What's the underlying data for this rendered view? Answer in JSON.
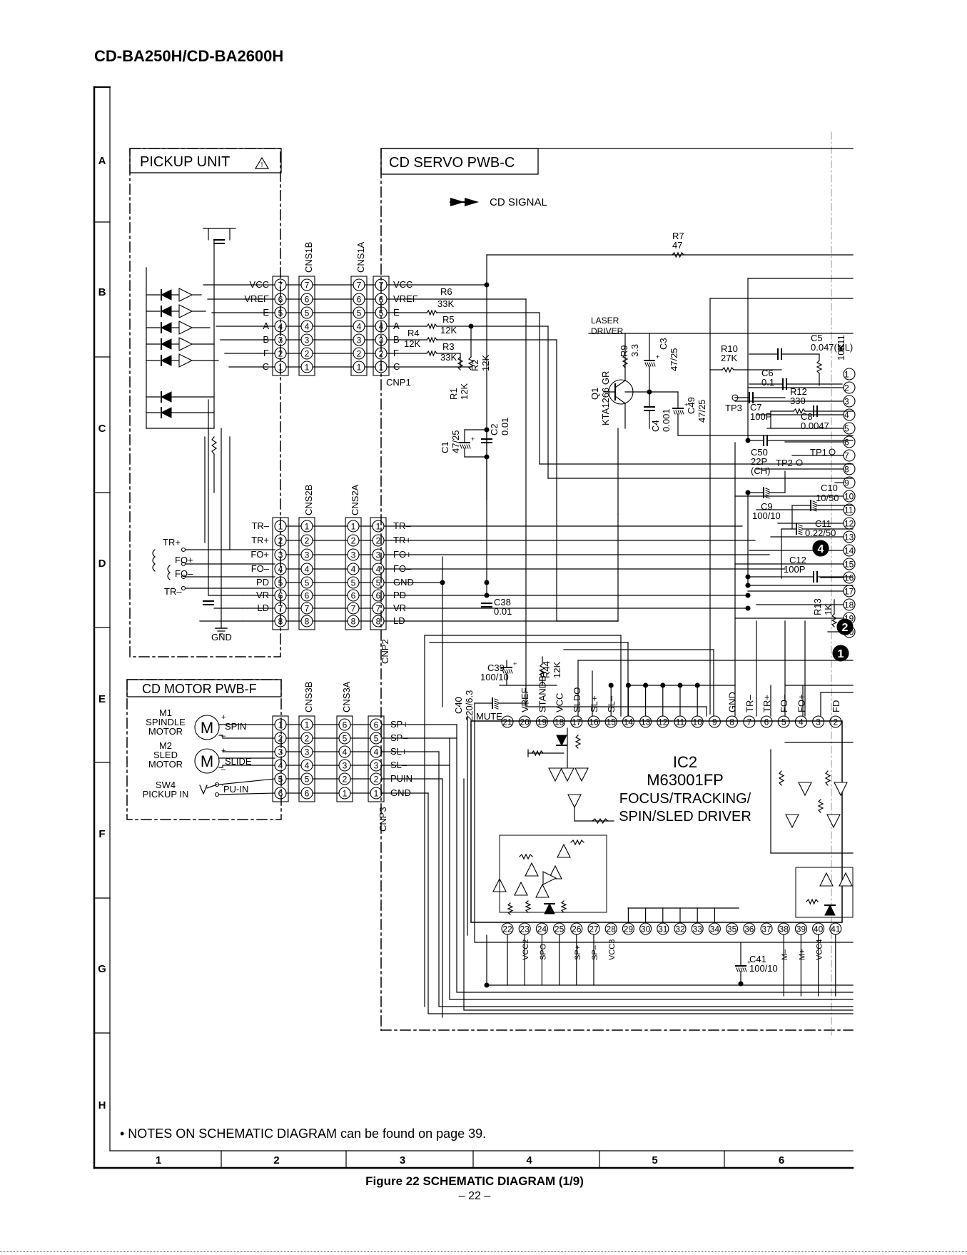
{
  "doc": {
    "title": "CD-BA250H/CD-BA2600H",
    "caption": "Figure 22 SCHEMATIC DIAGRAM (1/9)",
    "page": "– 22 –",
    "note": "• NOTES ON SCHEMATIC DIAGRAM can be found on page 39."
  },
  "grid": {
    "rows": [
      "A",
      "B",
      "C",
      "D",
      "E",
      "F",
      "G",
      "H"
    ],
    "cols": [
      "1",
      "2",
      "3",
      "4",
      "5",
      "6"
    ]
  },
  "boxes": {
    "pickup": "PICKUP UNIT",
    "servo": "CD SERVO PWB-C",
    "motor": "CD MOTOR PWB-F"
  },
  "legend": {
    "cd_signal": "CD  SIGNAL"
  },
  "connectors": {
    "cns1b": "CNS1B",
    "cns1a": "CNS1A",
    "cnp1": "CNP1",
    "cns2b": "CNS2B",
    "cns2a": "CNS2A",
    "cnp2": "CNP2",
    "cns3b": "CNS3B",
    "cns3a": "CNS3A",
    "cnp3": "CNP3"
  },
  "pins": {
    "c1_left": [
      "7",
      "6",
      "5",
      "4",
      "3",
      "2",
      "1"
    ],
    "c2": [
      "1",
      "2",
      "3",
      "4",
      "5",
      "6",
      "7",
      "8"
    ],
    "c3_left": [
      "1",
      "2",
      "3",
      "4",
      "5",
      "6"
    ],
    "c3a": [
      "6",
      "5",
      "4",
      "3",
      "2",
      "1"
    ]
  },
  "pickup_labels_cn1": [
    "VCC",
    "VREF",
    "E",
    "A",
    "B",
    "F",
    "C"
  ],
  "servo_labels_cn1": [
    "VCC",
    "VREF",
    "E",
    "A",
    "B",
    "F",
    "C"
  ],
  "pickup_labels_cn2": [
    "TR–",
    "TR+",
    "FO+",
    "FO–",
    "PD",
    "VR",
    "LD"
  ],
  "servo_labels_cn2": [
    "TR–",
    "TR+",
    "FO+",
    "FO–",
    "GND",
    "PD",
    "VR",
    "LD"
  ],
  "servo_labels_cn3": [
    "SP+",
    "SP–",
    "SL+",
    "SL–",
    "PUIN",
    "GND"
  ],
  "coil_labels": {
    "trp": "TR+",
    "fop": "FO+",
    "fom": "FO–",
    "trm": "TR–",
    "gnd": "GND"
  },
  "motors": {
    "m1": [
      "M1",
      "SPINDLE",
      "MOTOR"
    ],
    "m2": [
      "M2",
      "SLED",
      "MOTOR"
    ],
    "sw4": [
      "SW4",
      "PICKUP IN"
    ],
    "m_glyph": "M",
    "spin": "SPIN",
    "slide": "SLIDE",
    "puin": "PU-IN"
  },
  "parts": {
    "r7": [
      "R7",
      "47"
    ],
    "r6": [
      "R6",
      "33K"
    ],
    "r5": [
      "R5",
      "12K"
    ],
    "r4": [
      "R4",
      "12K"
    ],
    "r3": [
      "R3",
      "33K"
    ],
    "r1": [
      "R1",
      "12K"
    ],
    "r2": [
      "R2",
      "12K"
    ],
    "c1": [
      "C1",
      "47/25"
    ],
    "c2": [
      "C2",
      "0.01"
    ],
    "laser": [
      "LASER",
      "DRIVER"
    ],
    "q1": [
      "Q1",
      "KTA1266 GR"
    ],
    "r9": [
      "R9",
      "3.3"
    ],
    "c3": [
      "C3",
      "47/25"
    ],
    "c4": [
      "C4",
      "0.001"
    ],
    "c49": [
      "C49",
      "47/25"
    ],
    "r10": [
      "R10",
      "27K"
    ],
    "c5": [
      "C5",
      "0.047(ML)"
    ],
    "r11": [
      "R11",
      "10K"
    ],
    "c6": [
      "C6",
      "0.1"
    ],
    "r12": [
      "R12",
      "330"
    ],
    "c7": [
      "C7",
      "100P"
    ],
    "c8": [
      "C8",
      "0.0047"
    ],
    "tp3": "TP3",
    "tp1": "TP1",
    "tp2": "TP2",
    "c50": [
      "C50",
      "22P",
      "(CH)"
    ],
    "c10": [
      "C10",
      "10/50"
    ],
    "c9": [
      "C9",
      "100/10"
    ],
    "c11": [
      "C11",
      "0.22/50"
    ],
    "c12": [
      "C12",
      "100P"
    ],
    "r13": [
      "R13",
      "1K"
    ],
    "c38": [
      "C38",
      "0.01"
    ],
    "c39": [
      "C39",
      "100/10"
    ],
    "r44": [
      "R44",
      "12K"
    ],
    "c40": [
      "C40",
      "220/6.3"
    ],
    "c41": [
      "C41",
      "100/10"
    ],
    "mute": "MUTE"
  },
  "badges": [
    "4",
    "2",
    "1"
  ],
  "right_pins": [
    "1",
    "2",
    "3",
    "4",
    "5",
    "6",
    "7",
    "8",
    "9",
    "10",
    "11",
    "12",
    "13",
    "14",
    "15",
    "16",
    "17",
    "18",
    "19",
    "20"
  ],
  "ic2": {
    "name": "IC2",
    "part": "M63001FP",
    "func1": "FOCUS/TRACKING/",
    "func2": "SPIN/SLED DRIVER",
    "top_pins": [
      "21",
      "20",
      "19",
      "18",
      "17",
      "16",
      "15",
      "14",
      "13",
      "12",
      "11",
      "10",
      "9",
      "8",
      "7",
      "6",
      "5",
      "4",
      "3",
      "2"
    ],
    "bottom_pins": [
      "22",
      "23",
      "24",
      "25",
      "26",
      "27",
      "28",
      "29",
      "30",
      "31",
      "32",
      "33",
      "34",
      "35",
      "36",
      "37",
      "38",
      "39",
      "40",
      "41"
    ],
    "top_labels": [
      {
        "pin": "20",
        "text": "VREF"
      },
      {
        "pin": "19",
        "text": "STANDBY"
      },
      {
        "pin": "18",
        "text": "VCC"
      },
      {
        "pin": "17",
        "text": "SLDO"
      },
      {
        "pin": "16",
        "text": "SL+"
      },
      {
        "pin": "15",
        "text": "SL–"
      },
      {
        "pin": "8",
        "text": "GND"
      },
      {
        "pin": "7",
        "text": "TR–"
      },
      {
        "pin": "6",
        "text": "TR+"
      },
      {
        "pin": "5",
        "text": "FO–"
      },
      {
        "pin": "4",
        "text": "FO+"
      },
      {
        "pin": "2",
        "text": "FD"
      }
    ],
    "bottom_labels": [
      {
        "pin": "23",
        "text": "VCC2"
      },
      {
        "pin": "24",
        "text": "SPO"
      },
      {
        "pin": "26",
        "text": "SP+"
      },
      {
        "pin": "27",
        "text": "SP–"
      },
      {
        "pin": "28",
        "text": "VCC3"
      },
      {
        "pin": "38",
        "text": "M–"
      },
      {
        "pin": "39",
        "text": "M+"
      },
      {
        "pin": "40",
        "text": "VCC4"
      }
    ]
  }
}
